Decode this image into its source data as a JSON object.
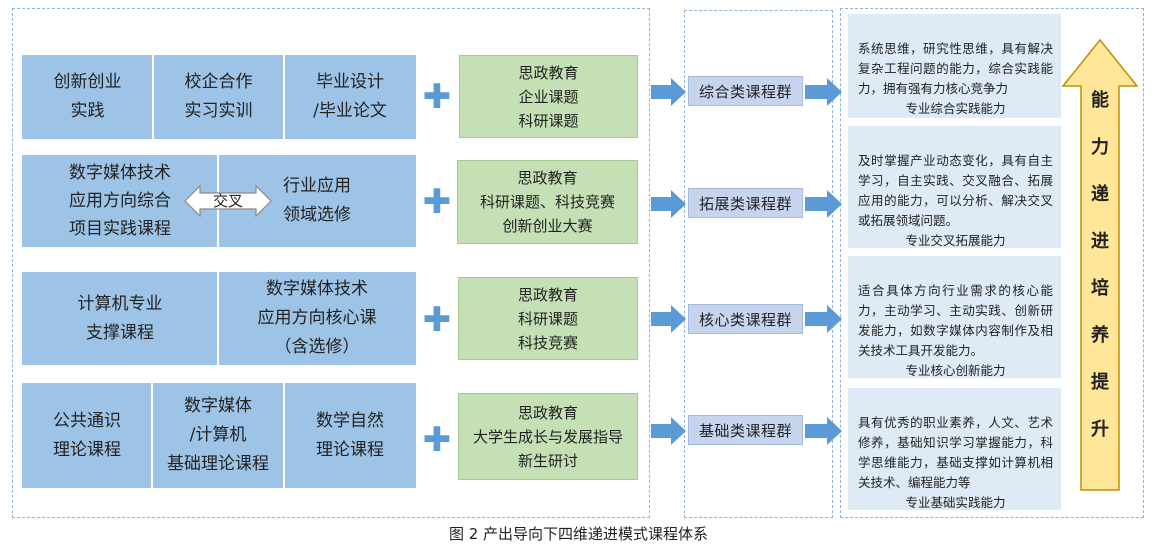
{
  "rows": [
    {
      "cells": [
        "创新创业\n实践",
        "校企合作\n实习实训",
        "毕业设计\n/毕业论文"
      ],
      "green": "思政教育\n企业课题\n科研课题",
      "group": "综合类课程群",
      "desc": "系统思维，研究性思维，具有解决复杂工程问题的能力，综合实践能力，拥有强有力核心竞争力",
      "ability": "专业综合实践能力"
    },
    {
      "left": "数字媒体技术\n应用方向综合\n项目实践课程",
      "cross": "交叉",
      "right": "行业应用\n领域选修",
      "green": "思政教育\n科研课题、科技竞赛\n创新创业大赛",
      "group": "拓展类课程群",
      "desc": "及时掌握产业动态变化，具有自主学习，自主实践、交叉融合、拓展应用的能力，可以分析、解决交叉或拓展领域问题。",
      "ability": "专业交叉拓展能力"
    },
    {
      "cells": [
        "计算机专业\n支撑课程",
        "数字媒体技术\n应用方向核心课\n（含选修）"
      ],
      "green": "思政教育\n科研课题\n科技竞赛",
      "group": "核心类课程群",
      "desc": "适合具体方向行业需求的核心能力，主动学习、主动实践、创新研发能力，如数字媒体内容制作及相关技术工具开发能力。",
      "ability": "专业核心创新能力"
    },
    {
      "cells": [
        "公共通识\n理论课程",
        "数字媒体\n/计算机\n基础理论课程",
        "数学自然\n理论课程"
      ],
      "green": "思政教育\n大学生成长与发展指导\n新生研讨",
      "group": "基础类课程群",
      "desc": "具有优秀的职业素养，人文、艺术修养，基础知识学习掌握能力，科学思维能力，基础支撑如计算机相关技术、编程能力等",
      "ability": "专业基础实践能力"
    }
  ],
  "plus_symbol": "✚",
  "vertical_text": "能力递进培养提升",
  "caption": "图 2  产出导向下四维递进模式课程体系",
  "colors": {
    "cell_blue": "#9dc3e6",
    "green_box": "#c5e0b4",
    "group_box": "#c7d4ee",
    "right_box": "#deebf7",
    "arrow_blue": "#5b9bd5",
    "big_arrow_fill": "#ffe699",
    "big_arrow_stroke": "#bf9000",
    "dashed_border": "#8fb3d9"
  }
}
